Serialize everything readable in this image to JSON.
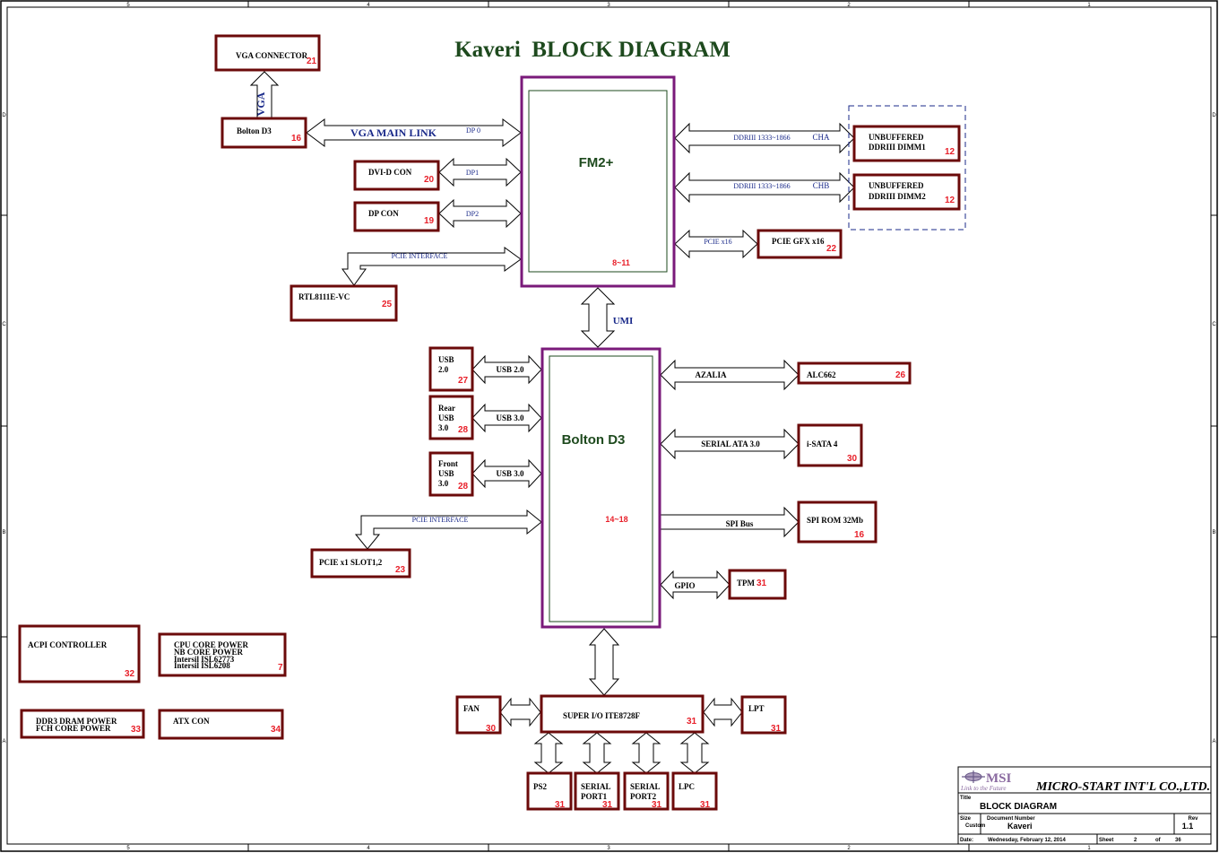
{
  "diagram": {
    "title": "Kaveri  BLOCK DIAGRAM",
    "border_ruler": {
      "columns": [
        "5",
        "4",
        "3",
        "2",
        "1"
      ],
      "rows": [
        "D",
        "C",
        "B",
        "A"
      ]
    },
    "chips": {
      "fm2": {
        "label": "FM2+",
        "pages": "8~11"
      },
      "bolton": {
        "label": "Bolton D3",
        "pages": "14~18"
      }
    },
    "blocks": {
      "vga_connector": {
        "label": "VGA CONNECTOR",
        "page": "21"
      },
      "bolton_d3_small": {
        "label": "Bolton D3",
        "page": "16"
      },
      "dvi_d_con": {
        "label": "DVI-D CON",
        "page": "20"
      },
      "dp_con": {
        "label": "DP CON",
        "page": "19"
      },
      "rtl8111": {
        "label": "RTL8111E-VC",
        "page": "25"
      },
      "dimm1": {
        "line1": "UNBUFFERED",
        "line2": "DDRIII  DIMM1",
        "page": "12"
      },
      "dimm2": {
        "line1": "UNBUFFERED",
        "line2": "DDRIII DIMM2",
        "page": "12"
      },
      "pcie_gfx": {
        "label": "PCIE GFX x16",
        "page": "22"
      },
      "usb20": {
        "line1": "USB",
        "line2": "2.0",
        "page": "27"
      },
      "rear_usb30": {
        "line1": "Rear",
        "line2": "USB",
        "line3": "3.0",
        "page": "28"
      },
      "front_usb30": {
        "line1": "Front",
        "line2": "USB",
        "line3": "3.0",
        "page": "28"
      },
      "pcie_x1": {
        "label": "PCIE x1 SLOT1,2",
        "page": "23"
      },
      "alc662": {
        "label": "ALC662",
        "page": "26"
      },
      "isata": {
        "label": "i-SATA 4",
        "page": "30"
      },
      "spi_rom": {
        "label": "SPI ROM 32Mb",
        "page": "16"
      },
      "tpm": {
        "label": "TPM",
        "page": "31"
      },
      "acpi": {
        "label": "ACPI CONTROLLER",
        "page": "32"
      },
      "cpu_power": {
        "line1": "CPU CORE POWER",
        "line2": "NB CORE POWER",
        "line3": "Intersil ISL62773",
        "line4": "Intersil ISL6208",
        "page": "7"
      },
      "ddr3_power": {
        "line1": "DDR3 DRAM POWER",
        "line2": "FCH CORE POWER",
        "page": "33"
      },
      "atx_con": {
        "label": "ATX CON",
        "page": "34"
      },
      "fan": {
        "label": "FAN",
        "page": "30"
      },
      "super_io": {
        "label": "SUPER I/O ITE8728F",
        "page": "31"
      },
      "lpt": {
        "label": "LPT",
        "page": "31"
      },
      "ps2": {
        "label": "PS2",
        "page": "31"
      },
      "serial1": {
        "line1": "SERIAL",
        "line2": "PORT1",
        "page": "31"
      },
      "serial2": {
        "line1": "SERIAL",
        "line2": "PORT2",
        "page": "31"
      },
      "lpc": {
        "label": "LPC",
        "page": "31"
      }
    },
    "buses": {
      "vga": "VGA",
      "vga_main_link": "VGA MAIN LINK",
      "dp0": "DP 0",
      "dp1": "DP1",
      "dp2": "DP2",
      "pcie_if_top": "PCIE INTERFACE",
      "ddr_cha": "DDRIII 1333~1866",
      "cha": "CHA",
      "ddr_chb": "DDRIII 1333~1866",
      "chb": "CHB",
      "pcie_x16": "PCIE x16",
      "umi": "UMI",
      "usb20": "USB 2.0",
      "usb30_rear": "USB 3.0",
      "usb30_front": "USB 3.0",
      "pcie_if_bottom": "PCIE INTERFACE",
      "azalia": "AZALIA",
      "sata": "SERIAL ATA 3.0",
      "spi": "SPI Bus",
      "gpio": "GPIO"
    }
  },
  "title_block": {
    "logo_text": "MSI",
    "logo_tagline": "Link to the Future",
    "company": "MICRO-START INT'L CO.,LTD.",
    "title_label": "Title",
    "title": "BLOCK DIAGRAM",
    "size_label": "Size",
    "size": "Custom",
    "doc_number_label": "Document Number",
    "doc_number": "Kaveri",
    "rev_label": "Rev",
    "rev": "1.1",
    "date_label": "Date:",
    "date": "Wednesday, February 12, 2014",
    "sheet_label": "Sheet",
    "sheet": "2",
    "of_label": "of",
    "sheet_total": "36"
  },
  "colors": {
    "block_border": "#6b0a0a",
    "chip_border": "#7a1a7a",
    "chip_inner": "#1e4a1e",
    "page_ref": "#e8202a",
    "bus_label": "#1a2a8a",
    "title": "#1e4a1e"
  }
}
